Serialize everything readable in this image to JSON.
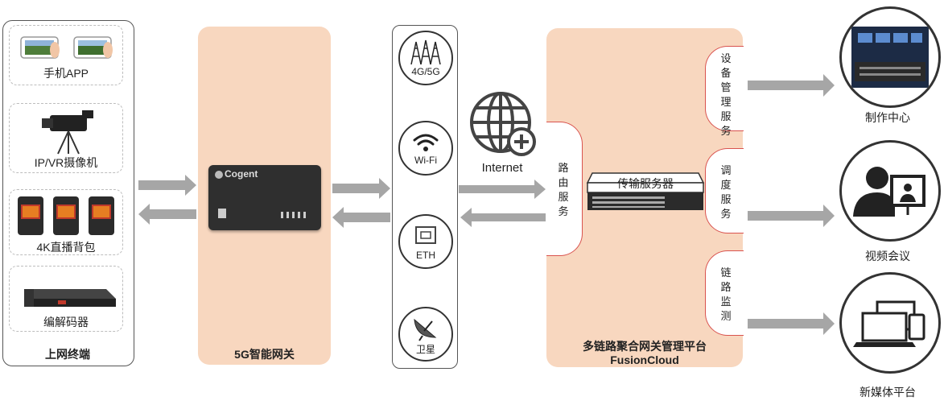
{
  "terminals": {
    "title": "上网终端",
    "items": [
      {
        "label": "手机APP"
      },
      {
        "label": "IP/VR摄像机"
      },
      {
        "label": "4K直播背包"
      },
      {
        "label": "编解码器"
      }
    ]
  },
  "gateway": {
    "title": "5G智能网关",
    "brand": "Cogent"
  },
  "links": {
    "items": [
      {
        "label": "4G/5G"
      },
      {
        "label": "Wi-Fi"
      },
      {
        "label": "ETH"
      },
      {
        "label": "卫星"
      }
    ]
  },
  "internet": {
    "label": "Internet"
  },
  "platform": {
    "title_line1": "多链路聚合网关管理平台",
    "title_line2": "FusionCloud",
    "routing": "路由服务",
    "server": "传输服务器",
    "services": [
      "设备管理服务",
      "调度服务",
      "链路监测"
    ]
  },
  "outputs": {
    "items": [
      {
        "label": "制作中心"
      },
      {
        "label": "视频会议"
      },
      {
        "label": "新媒体平台"
      }
    ]
  },
  "colors": {
    "panel": "#f8d7bf",
    "accent_red": "#d9534f",
    "arrow": "#a6a6a6"
  }
}
